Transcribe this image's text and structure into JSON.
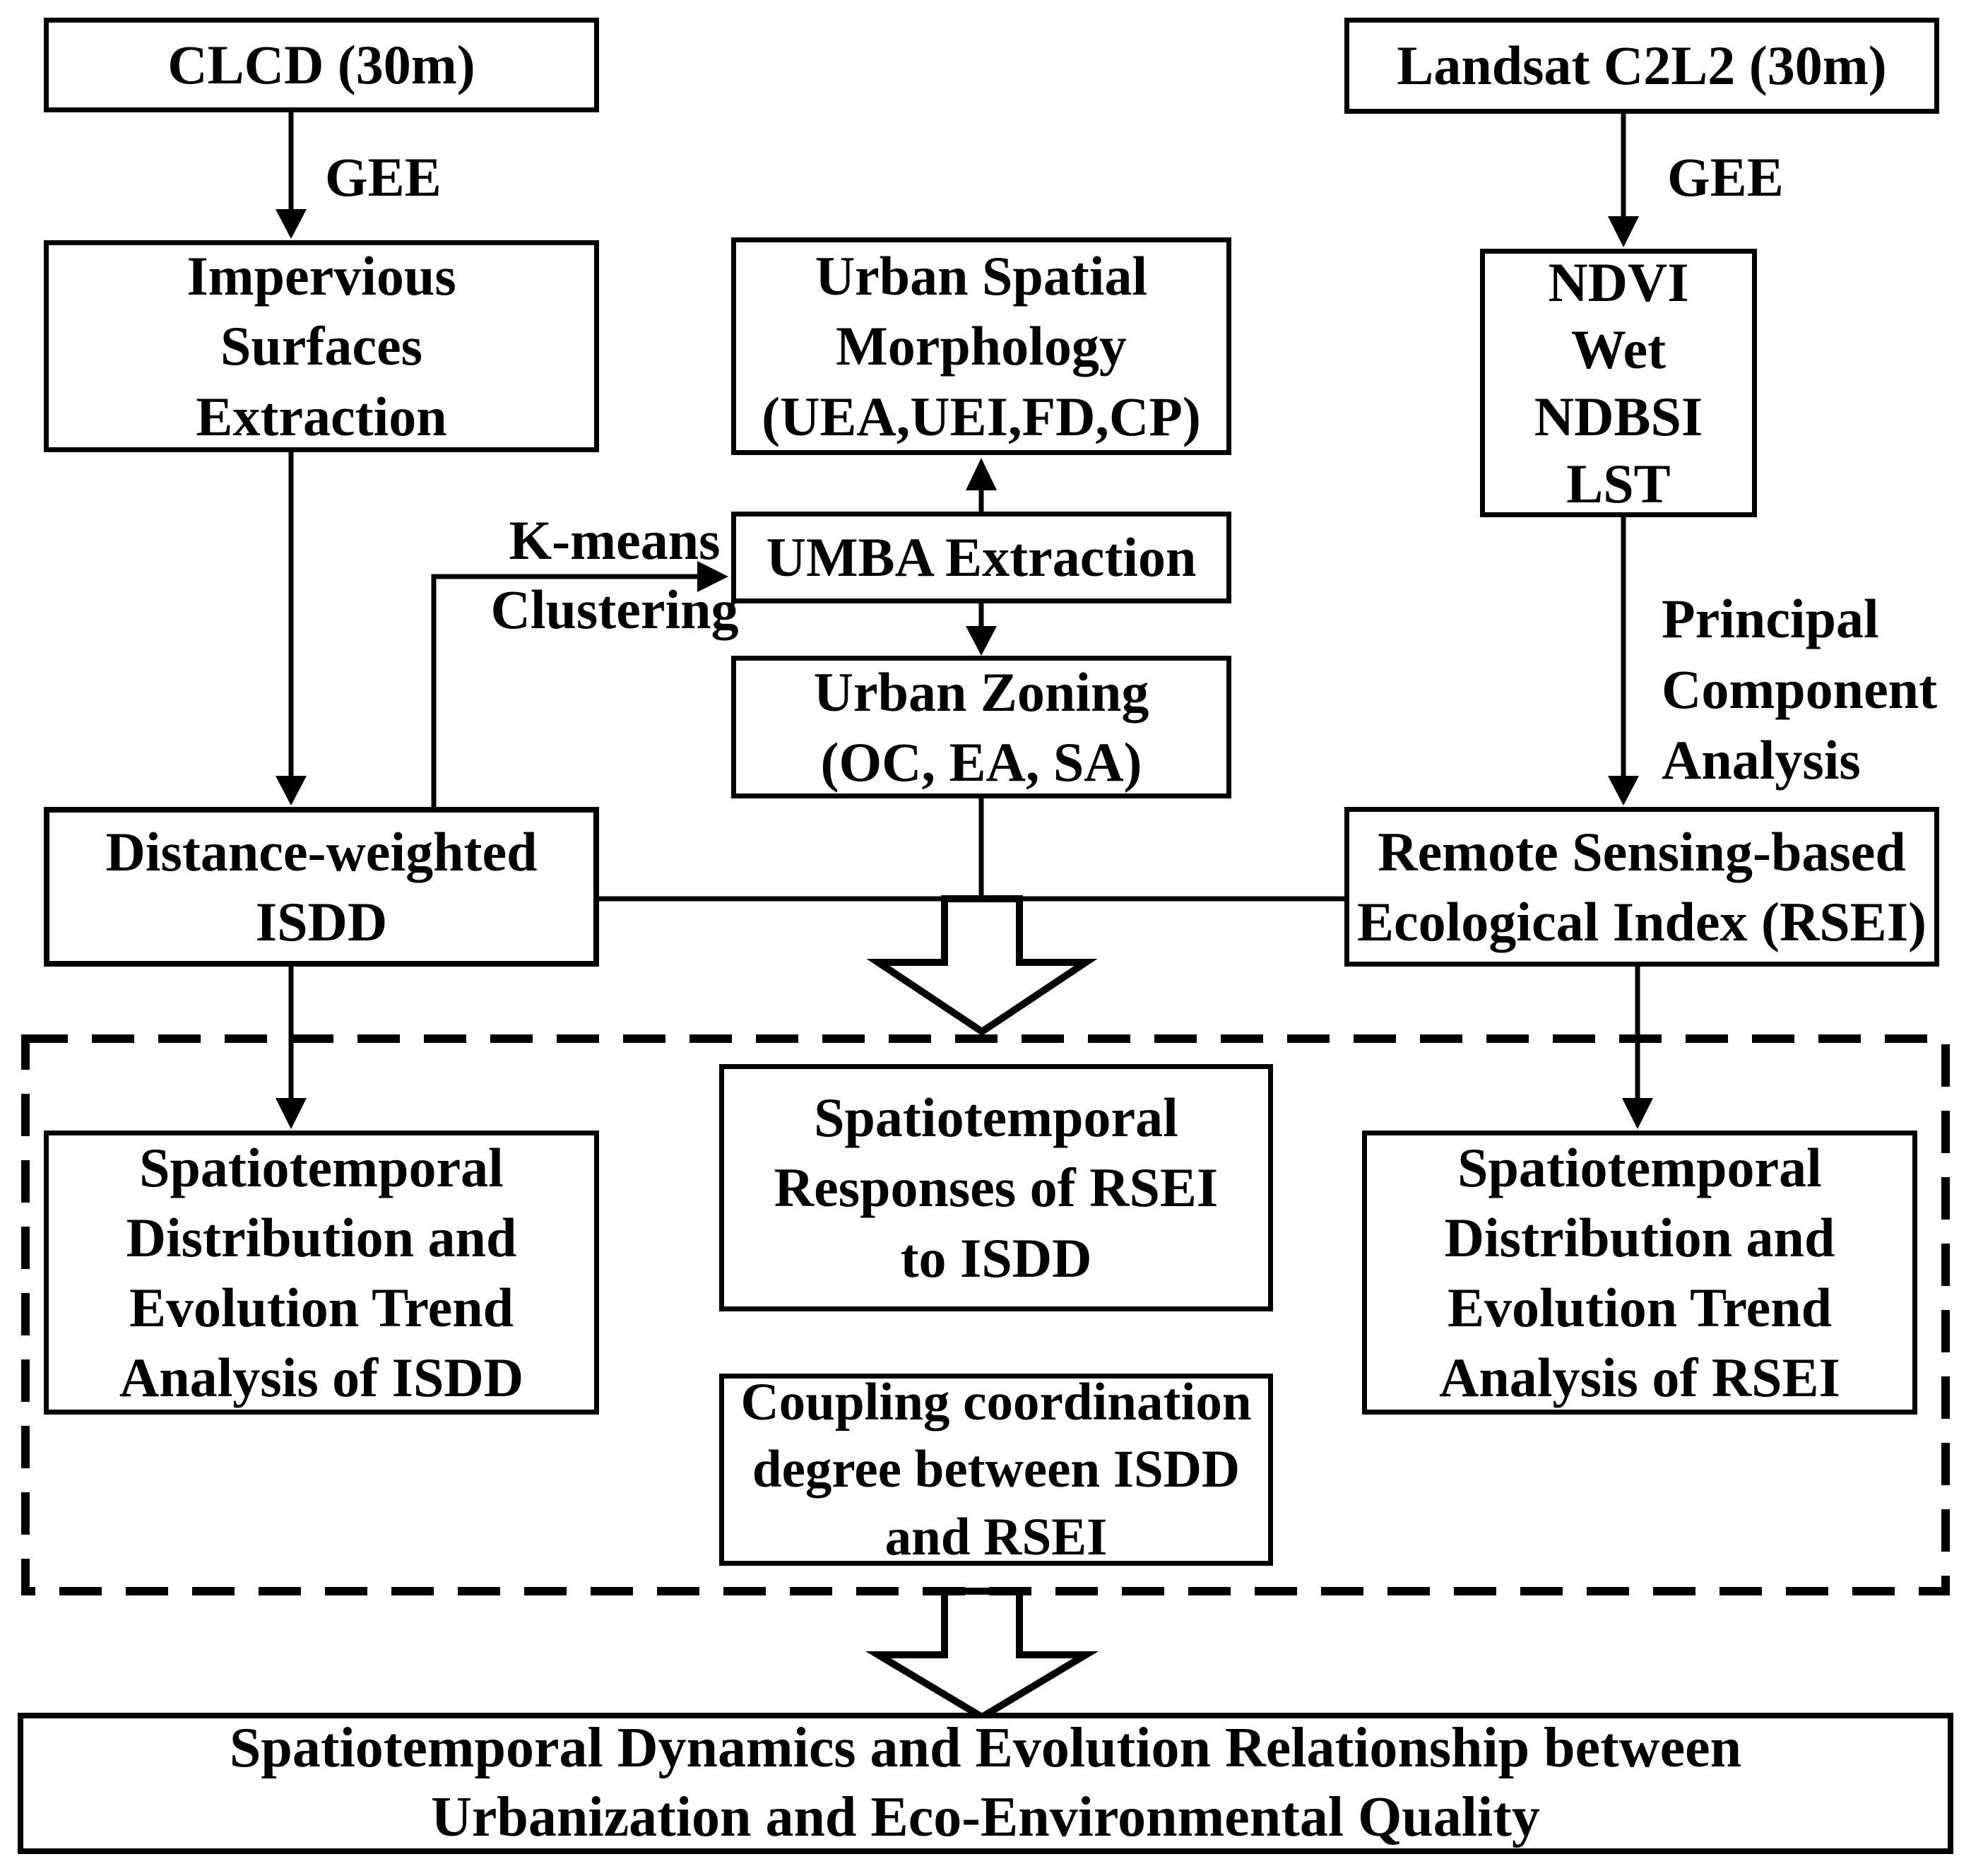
{
  "diagram": {
    "title_hint": "Research methodology flowchart: urbanization (ISDD) vs eco-environmental quality (RSEI)",
    "colors": {
      "stroke": "#000000",
      "background": "#ffffff",
      "box_fill": "#ffffff"
    },
    "nodes": {
      "clcd": {
        "label": "CLCD (30m)"
      },
      "landsat": {
        "label": "Landsat C2L2 (30m)"
      },
      "impervious": {
        "label": "Impervious\nSurfaces\nExtraction"
      },
      "morphology": {
        "label": "Urban Spatial\nMorphology\n(UEA,UEI,FD,CP)"
      },
      "indices": {
        "label": "NDVI\nWet\nNDBSI\nLST"
      },
      "umba": {
        "label": "UMBA Extraction"
      },
      "zoning": {
        "label": "Urban Zoning\n(OC, EA, SA)"
      },
      "isdd": {
        "label": "Distance-weighted\nISDD"
      },
      "rsei": {
        "label": "Remote Sensing-based\nEcological Index (RSEI)"
      },
      "isdd_analysis": {
        "label": "Spatiotemporal\nDistribution and\nEvolution Trend\nAnalysis of ISDD"
      },
      "responses": {
        "label": "Spatiotemporal\nResponses of RSEI\nto ISDD"
      },
      "coupling": {
        "label": "Coupling coordination\ndegree between ISDD\nand RSEI"
      },
      "rsei_analysis": {
        "label": "Spatiotemporal\nDistribution and\nEvolution Trend\nAnalysis of RSEI"
      },
      "final": {
        "label": "Spatiotemporal Dynamics and Evolution Relationship between\nUrbanization and Eco-Environmental Quality"
      }
    },
    "edge_labels": {
      "gee_left": "GEE",
      "gee_right": "GEE",
      "kmeans": "K-means\nClustering",
      "pca": "Principal\nComponent\nAnalysis"
    }
  }
}
